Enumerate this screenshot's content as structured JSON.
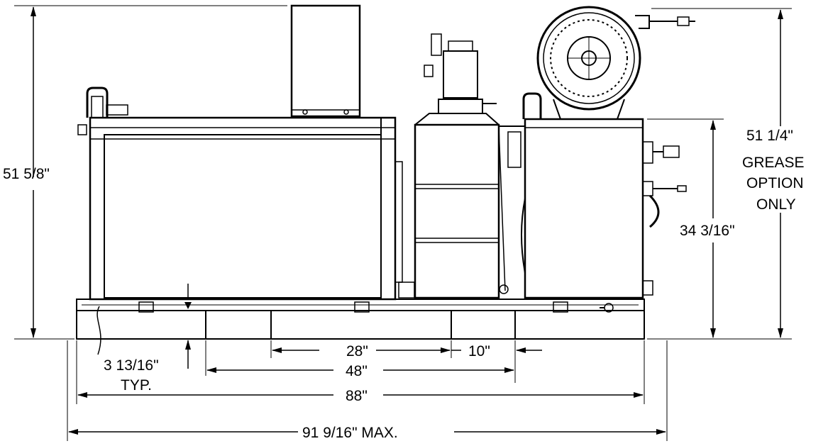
{
  "dimensions": {
    "overall_height": "51 5/8\"",
    "grease_height_line1": "51 1/4\"",
    "grease_height_line2": "GREASE",
    "grease_height_line3": "OPTION",
    "grease_height_line4": "ONLY",
    "cabinet_height": "34 3/16\"",
    "skid_height_line1": "3 13/16\"",
    "skid_height_line2": "TYP.",
    "pocket_spacing_inner": "28\"",
    "pocket_width": "10\"",
    "pocket_spacing_outer": "48\"",
    "base_length": "88\"",
    "max_length": "91 9/16\" MAX."
  },
  "colors": {
    "line": "#000000",
    "background": "#ffffff"
  }
}
